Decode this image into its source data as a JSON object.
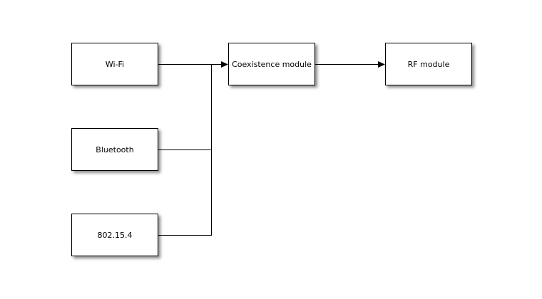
{
  "diagram": {
    "nodes": [
      {
        "id": "wifi",
        "label": "Wi-Fi"
      },
      {
        "id": "bluetooth",
        "label": "Bluetooth"
      },
      {
        "id": "ieee-802-15-4",
        "label": "802.15.4"
      },
      {
        "id": "coexistence-module",
        "label": "Coexistence module"
      },
      {
        "id": "rf-module",
        "label": "RF module"
      }
    ],
    "edges": [
      {
        "from": "Wi-Fi",
        "to": "Coexistence module",
        "arrow": true
      },
      {
        "from": "Bluetooth",
        "to": "Coexistence module",
        "arrow": true
      },
      {
        "from": "802.15.4",
        "to": "Coexistence module",
        "arrow": true
      },
      {
        "from": "Coexistence module",
        "to": "RF module",
        "arrow": true
      }
    ],
    "style": {
      "background": "#ffffff",
      "node_fill": "#ffffff",
      "node_border": "#000000",
      "connector_color": "#000000"
    }
  }
}
